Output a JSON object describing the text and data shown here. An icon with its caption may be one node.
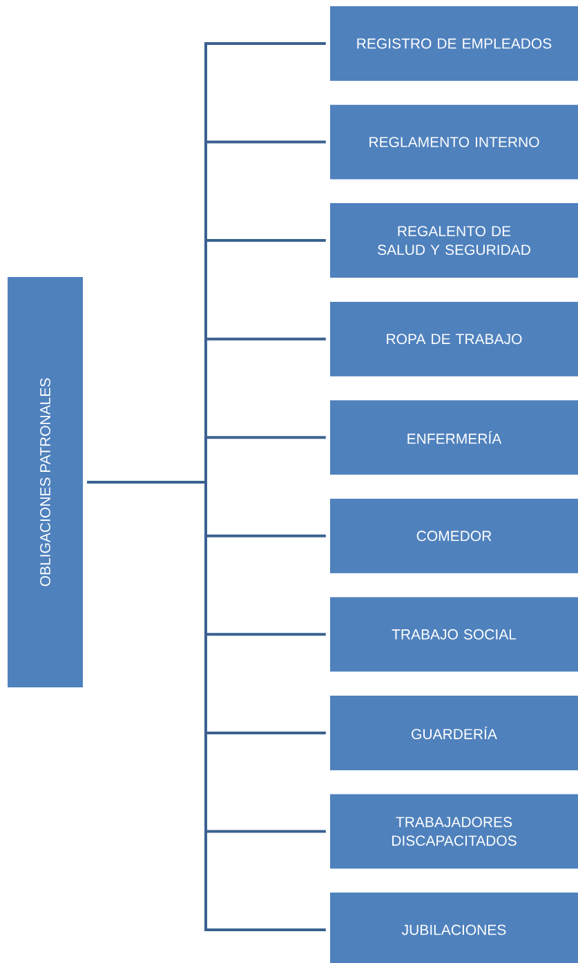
{
  "diagram": {
    "nodes": [
      {
        "text": [
          "OBLIGACIONES PATRONALES"
        ]
      },
      {
        "text": [
          "REGISTRO DE EMPLEADOS"
        ]
      },
      {
        "text": [
          "REGLAMENTO INTERNO"
        ]
      },
      {
        "text": [
          "REGALENTO DE SALUD Y SEGURIDAD"
        ]
      },
      {
        "text": [
          "ROPA DE TRABAJO"
        ]
      },
      {
        "text": [
          "ENFERMERÍA"
        ]
      },
      {
        "text": [
          "COMEDOR"
        ]
      },
      {
        "text": [
          "TRABAJO SOCIAL"
        ]
      },
      {
        "text": [
          "GUARDERÍA"
        ]
      },
      {
        "text": [
          "TRABAJADORES DISCAPACITADOS"
        ]
      },
      {
        "text": [
          "JUBILACIONES"
        ]
      }
    ],
    "edges": [
      {
        "from": 0,
        "to": 1,
        "arrow": "none"
      },
      {
        "from": 0,
        "to": 2,
        "arrow": "none"
      },
      {
        "from": 0,
        "to": 3,
        "arrow": "none"
      },
      {
        "from": 0,
        "to": 4,
        "arrow": "none"
      },
      {
        "from": 0,
        "to": 5,
        "arrow": "none"
      },
      {
        "from": 0,
        "to": 6,
        "arrow": "none"
      },
      {
        "from": 0,
        "to": 7,
        "arrow": "none"
      },
      {
        "from": 0,
        "to": 8,
        "arrow": "none"
      },
      {
        "from": 0,
        "to": 9,
        "arrow": "none"
      },
      {
        "from": 0,
        "to": 10,
        "arrow": "none"
      }
    ]
  }
}
